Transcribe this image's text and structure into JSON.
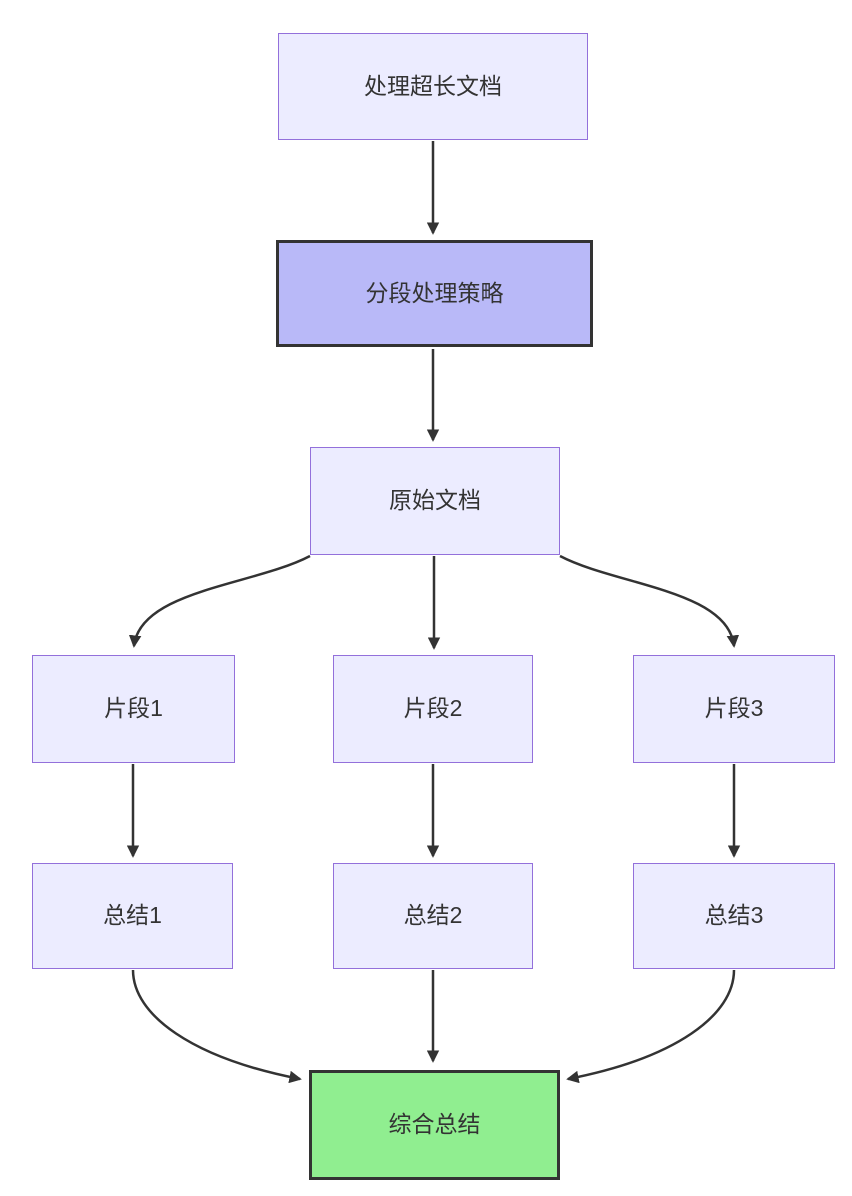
{
  "diagram": {
    "type": "flowchart-top-down",
    "nodes": {
      "a": {
        "label": "处理超长文档",
        "style": "default"
      },
      "b": {
        "label": "分段处理策略",
        "style": "emphasis"
      },
      "c": {
        "label": "原始文档",
        "style": "default"
      },
      "d1": {
        "label": "片段1",
        "style": "default"
      },
      "d2": {
        "label": "片段2",
        "style": "default"
      },
      "d3": {
        "label": "片段3",
        "style": "default"
      },
      "e1": {
        "label": "总结1",
        "style": "default"
      },
      "e2": {
        "label": "总结2",
        "style": "default"
      },
      "e3": {
        "label": "总结3",
        "style": "default"
      },
      "h": {
        "label": "综合总结",
        "style": "result"
      }
    },
    "edges": [
      {
        "from": "处理超长文档",
        "to": "分段处理策略"
      },
      {
        "from": "分段处理策略",
        "to": "原始文档"
      },
      {
        "from": "原始文档",
        "to": "片段1"
      },
      {
        "from": "原始文档",
        "to": "片段2"
      },
      {
        "from": "原始文档",
        "to": "片段3"
      },
      {
        "from": "片段1",
        "to": "总结1"
      },
      {
        "from": "片段2",
        "to": "总结2"
      },
      {
        "from": "片段3",
        "to": "总结3"
      },
      {
        "from": "总结1",
        "to": "综合总结"
      },
      {
        "from": "总结2",
        "to": "综合总结"
      },
      {
        "from": "总结3",
        "to": "综合总结"
      }
    ],
    "colors": {
      "background": "#ffffff",
      "node_fill": "#ececff",
      "node_border": "#9370db",
      "emphasis_fill": "#b9b9f8",
      "emphasis_border": "#333333",
      "result_fill": "#90ee90",
      "result_border": "#333333",
      "edge_stroke": "#333333",
      "text": "#333333"
    }
  }
}
